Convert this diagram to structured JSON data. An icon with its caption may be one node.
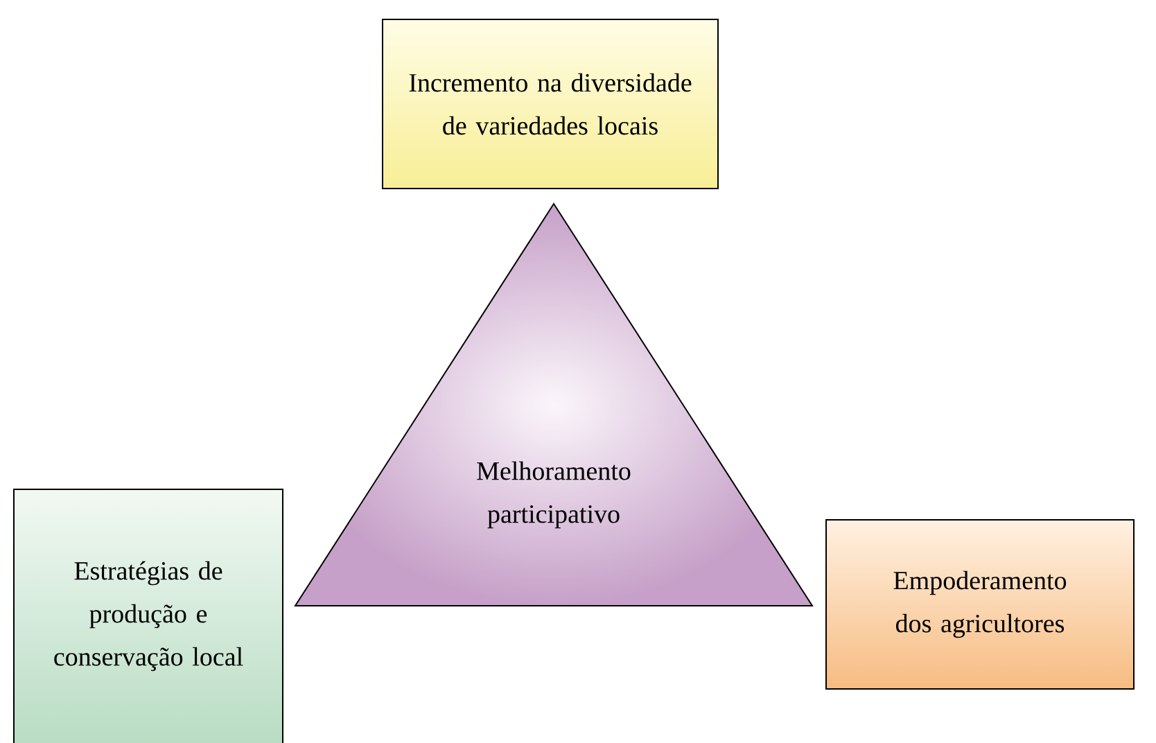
{
  "diagram": {
    "nodes": [
      {
        "text": [
          "Incremento na diversidade de variedades locais"
        ]
      },
      {
        "text": [
          "Melhoramento participativo"
        ]
      },
      {
        "text": [
          "Estratégias de produção e conservação local"
        ]
      },
      {
        "text": [
          "Empoderamento dos agricultores"
        ]
      }
    ],
    "edges": []
  }
}
